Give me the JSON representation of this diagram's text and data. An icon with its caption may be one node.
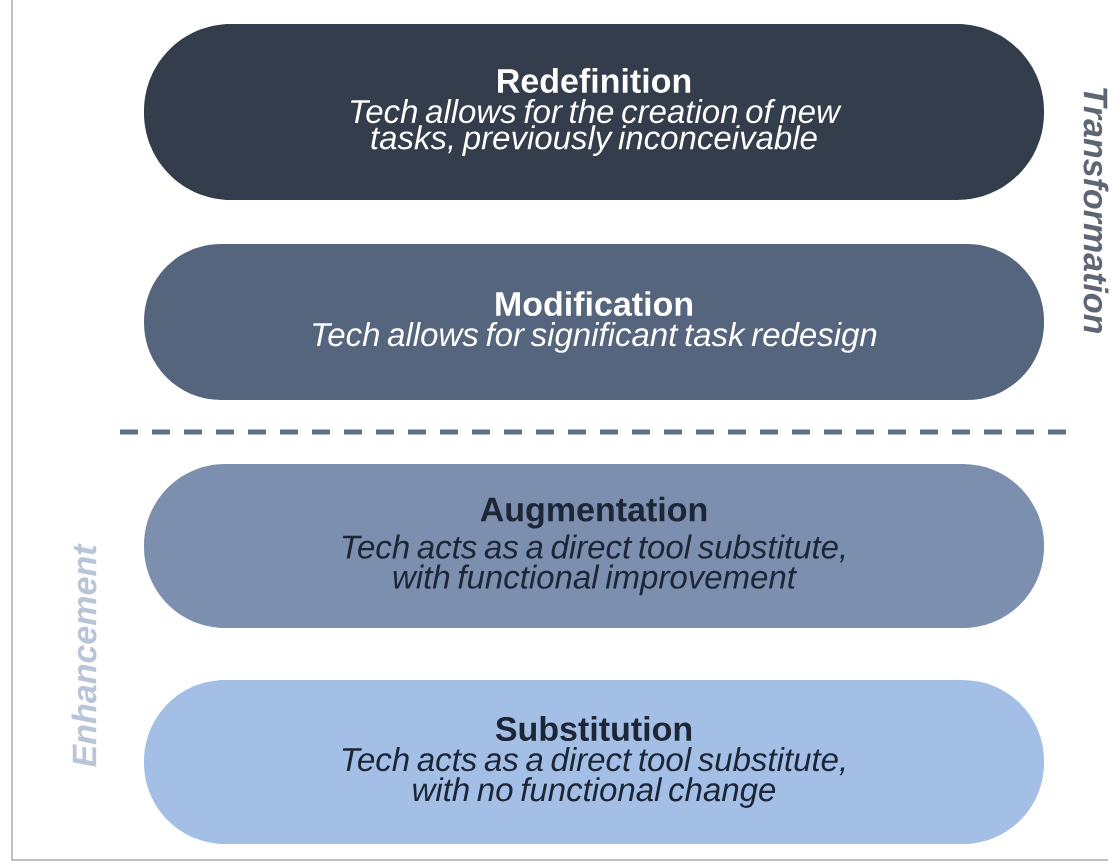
{
  "diagram": {
    "nodes": [
      {
        "text": [
          "Redefinition",
          "Tech allows for the creation of new tasks, previously inconceivable"
        ]
      },
      {
        "text": [
          "Modification",
          "Tech allows for significant task redesign"
        ]
      },
      {
        "text": [
          "Augmentation",
          "Tech acts as a direct tool substitute, with functional improvement"
        ]
      },
      {
        "text": [
          "Substitution",
          "Tech acts as a direct tool substitute, with no functional change"
        ]
      }
    ],
    "labels": [
      "Transformation",
      "Enhancement"
    ]
  }
}
